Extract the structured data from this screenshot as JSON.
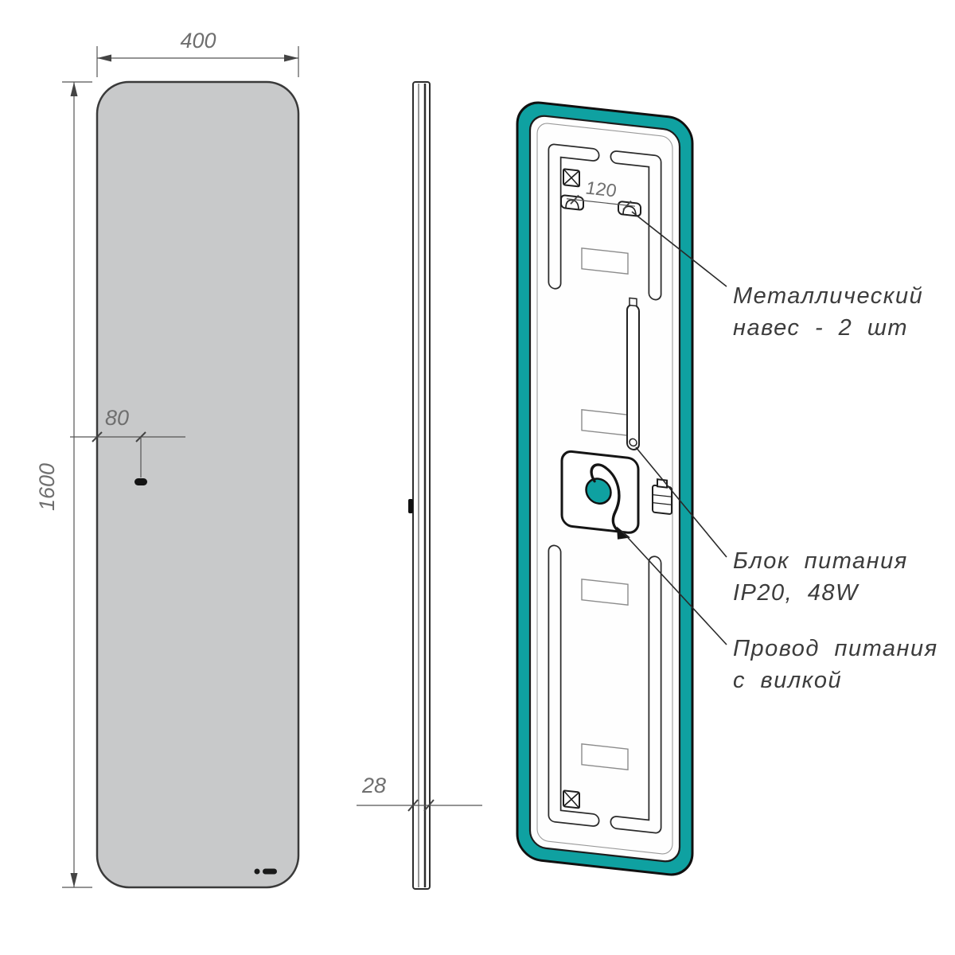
{
  "drawing": {
    "dims": {
      "width": "400",
      "height": "1600",
      "sensor_offset": "80",
      "depth": "28",
      "bracket_spacing": "120"
    },
    "annotations": {
      "bracket": {
        "line1": "Металлический",
        "line2": "навес - 2 шт"
      },
      "psu": {
        "line1": "Блок питания",
        "line2": "IP20, 48W"
      },
      "cord": {
        "line1": "Провод питания",
        "line2": "с вилкой"
      }
    },
    "colors": {
      "accent_teal": "#0FA1A1",
      "mirror_gray": "#C8C9CA",
      "line_dark": "#1F1F1F",
      "dim_gray": "#6F6F6F"
    }
  }
}
